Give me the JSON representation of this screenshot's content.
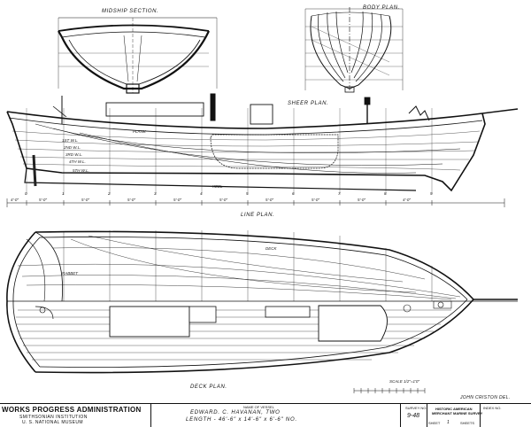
{
  "labels": {
    "midship": "MIDSHIP SECTION.",
    "body_plan": "BODY PLAN.",
    "sheer_plan": "SHEER PLAN.",
    "line_plan": "LINE PLAN.",
    "deck_plan": "DECK PLAN.",
    "scale": "SCALE 1/2\"=1'0\"",
    "drawn_by": "JOHN CRISTON DEL."
  },
  "line_tags": {
    "plank": "PLANK",
    "wl1": "1ST W.L.",
    "wl2": "2ND W.L.",
    "wl3": "3RD W.L.",
    "wl4": "4TH W.L.",
    "wl5": "5TH W.L.",
    "deck": "DECK",
    "rabbet": "RABBET",
    "keel": "KEEL"
  },
  "station_labels": [
    "0",
    "1",
    "2",
    "3",
    "4",
    "5",
    "6",
    "7",
    "8",
    "9"
  ],
  "dims": [
    "4'-0\"",
    "5'-0\"",
    "5'-0\"",
    "5'-0\"",
    "5'-0\"",
    "5'-0\"",
    "5'-0\"",
    "5'-0\"",
    "5'-0\"",
    "4'-0\""
  ],
  "title_block": {
    "agency": "WORKS PROGRESS ADMINISTRATION",
    "institution_1": "SMITHSONIAN INSTITUTION",
    "institution_2": "U. S. NATIONAL MUSEUM",
    "name_label": "NAME OF VESSEL",
    "vessel_line1": "EDWARD. C. HAVANAN, TWO",
    "vessel_line2": "LENGTH - 46'-6\" x 14'-6\" x 6'-6\" NO.",
    "survey_label": "SURVEY NO.",
    "survey_no": "9-48",
    "har_1": "HISTORIC AMERICAN",
    "har_2": "MERCHANT MARINE SURVEY",
    "har_3": "",
    "sheet_label": "SHEET",
    "sheet_no": "1",
    "sheets_label": "SHEETS",
    "index_label": "INDEX NO."
  }
}
